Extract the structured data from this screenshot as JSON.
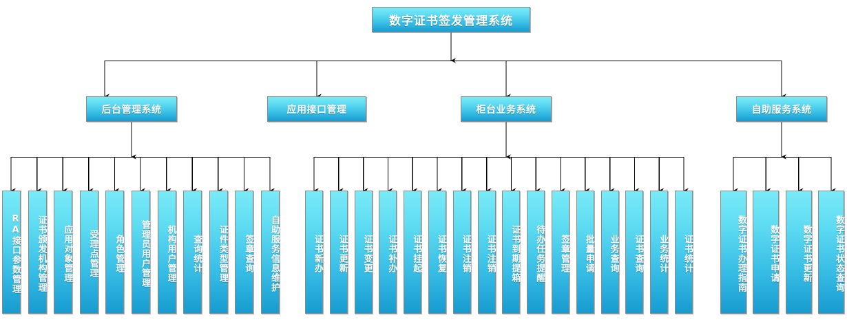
{
  "diagram": {
    "title": "数字证书签发管理系统",
    "type": "organization-tree",
    "colors": {
      "node_top": "#7aeaf7",
      "node_bottom": "#189bd0",
      "node_border": "#8a8a8a",
      "connector": "#000000",
      "text": "#ffffff",
      "background": "#ffffff"
    },
    "root": {
      "label": "数字证书签发管理系统"
    },
    "branches": [
      {
        "label": "后台管理系统",
        "children": [
          {
            "label": "RA接口参数管理"
          },
          {
            "label": "证书颁发机构管理"
          },
          {
            "label": "应用对象管理"
          },
          {
            "label": "受理点管理"
          },
          {
            "label": "角色管理"
          },
          {
            "label": "管理员用户管理"
          },
          {
            "label": "机构用户管理"
          },
          {
            "label": "查询统计"
          },
          {
            "label": "证件类型管理"
          },
          {
            "label": "签章查询"
          },
          {
            "label": "自助服务信息维护"
          }
        ]
      },
      {
        "label": "应用接口管理",
        "children": []
      },
      {
        "label": "柜台业务系统",
        "children": [
          {
            "label": "证书新办"
          },
          {
            "label": "证书更新"
          },
          {
            "label": "证书变更"
          },
          {
            "label": "证书补办"
          },
          {
            "label": "证书挂起"
          },
          {
            "label": "证书恢复"
          },
          {
            "label": "证书注销"
          },
          {
            "label": "证书注销"
          },
          {
            "label": "证书到期提箱"
          },
          {
            "label": "待办任务提醒"
          },
          {
            "label": "签章管理"
          },
          {
            "label": "批量申请"
          },
          {
            "label": "业务查询"
          },
          {
            "label": "证书查询"
          },
          {
            "label": "业务统计"
          },
          {
            "label": "证书统计"
          }
        ]
      },
      {
        "label": "自助服务系统",
        "children": [
          {
            "label": "数字证书办理指南"
          },
          {
            "label": "数字证书申请"
          },
          {
            "label": "数字证书更新"
          },
          {
            "label": "数字证书状态查询"
          }
        ]
      }
    ]
  }
}
